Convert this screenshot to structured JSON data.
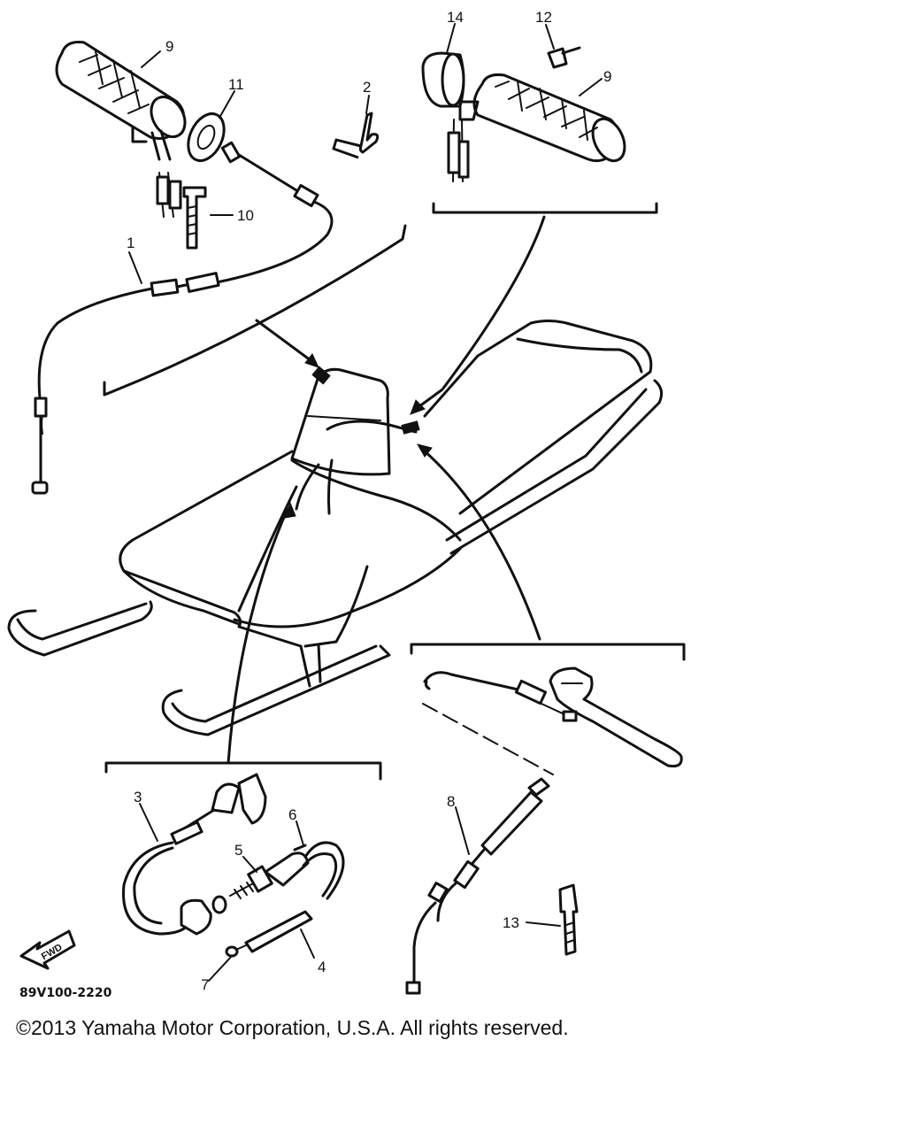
{
  "diagram": {
    "code": "89V100-2220",
    "fwd_label": "FWD",
    "callouts": [
      "1",
      "2",
      "3",
      "4",
      "5",
      "6",
      "7",
      "8",
      "9",
      "9",
      "10",
      "11",
      "12",
      "13",
      "14"
    ]
  },
  "footer": {
    "copyright": "©2013 Yamaha Motor Corporation, U.S.A. All rights reserved."
  }
}
